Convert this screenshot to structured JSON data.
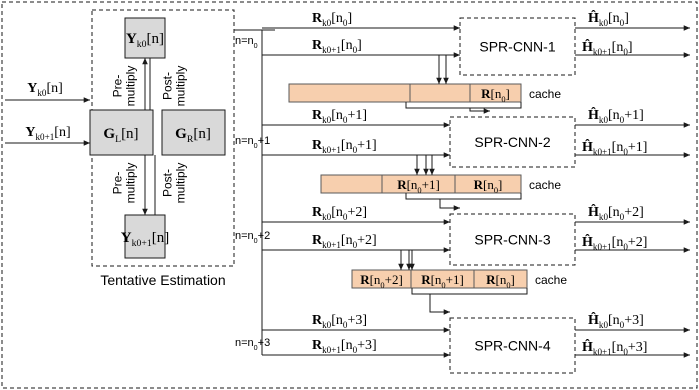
{
  "estimation": {
    "caption": "Tentative Estimation",
    "y_top": "Y_{k_0}[n]",
    "y_bottom": "Y_{k_0+1}[n]",
    "gl": "G_L[n]",
    "gr": "G_R[n]",
    "pre_top": "Pre-\nmultiply",
    "post_top": "Post-\nmultiply",
    "pre_bottom": "Pre-\nmultiply",
    "post_bottom": "Post-\nmultiply"
  },
  "inputs": [
    "Y_{k_0}[n]",
    "Y_{k_0+1}[n]"
  ],
  "stages": [
    {
      "n_label": "n=n_0",
      "in1": "R_{k_0}[n_0]",
      "in2": "R_{k_0+1}[n_0]",
      "cnn": "SPR-CNN-1",
      "out1": "Ĥ_{k_0}[n_0]",
      "out2": "Ĥ_{k_0+1}[n_0]"
    },
    {
      "n_label": "n=n_0+1",
      "in1": "R_{k_0}[n_0+1]",
      "in2": "R_{k_0+1}[n_0+1]",
      "cnn": "SPR-CNN-2",
      "out1": "Ĥ_{k_0}[n_0+1]",
      "out2": "Ĥ_{k_0+1}[n_0+1]"
    },
    {
      "n_label": "n=n_0+2",
      "in1": "R_{k_0}[n_0+2]",
      "in2": "R_{k_0+1}[n_0+2]",
      "cnn": "SPR-CNN-3",
      "out1": "Ĥ_{k_0}[n_0+2]",
      "out2": "Ĥ_{k_0+1}[n_0+2]"
    },
    {
      "n_label": "n=n_0+3",
      "in1": "R_{k_0}[n_0+3]",
      "in2": "R_{k_0+1}[n_0+3]",
      "cnn": "SPR-CNN-4",
      "out1": "Ĥ_{k_0}[n_0+3]",
      "out2": "Ĥ_{k_0+1}[n_0+3]"
    }
  ],
  "caches": [
    {
      "label": "cache",
      "cells": [
        "",
        "",
        "R[n_0]"
      ]
    },
    {
      "label": "cache",
      "cells": [
        "",
        "R[n_0+1]",
        "R[n_0]"
      ]
    },
    {
      "label": "cache",
      "cells": [
        "R[n_0+2]",
        "R[n_0+1]",
        "R[n_0]"
      ]
    }
  ],
  "colors": {
    "line": "#1a1a1a",
    "block_fill": "#d9d9d9",
    "cache_fill": "#f7cfae",
    "cache_stroke": "#5a5a5a"
  }
}
